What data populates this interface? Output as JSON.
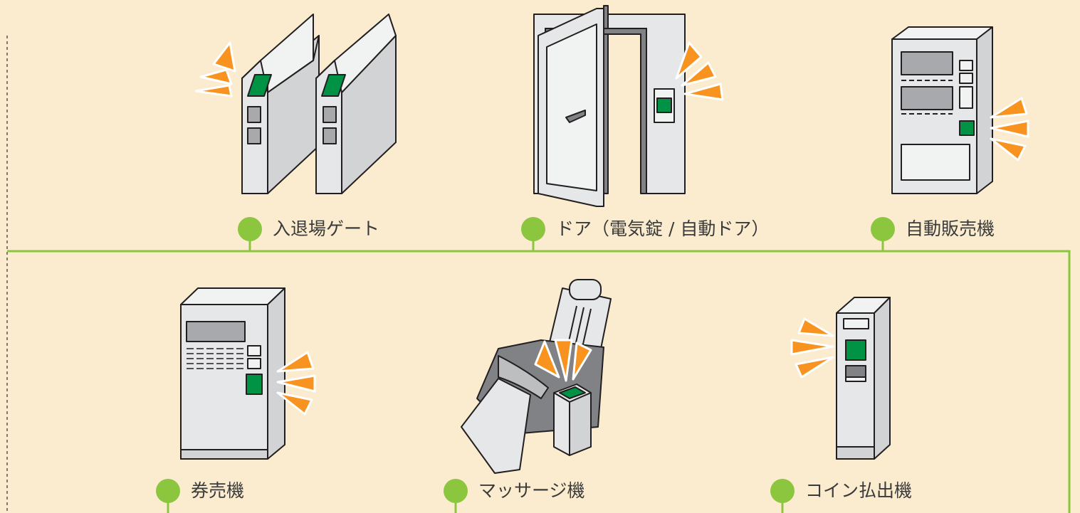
{
  "devices": {
    "gate": {
      "label": "入退場ゲート"
    },
    "door": {
      "label": "ドア（電気錠 / 自動ドア）"
    },
    "vending": {
      "label": "自動販売機"
    },
    "ticket": {
      "label": "券売機"
    },
    "massage": {
      "label": "マッサージ機"
    },
    "coin": {
      "label": "コイン払出機"
    }
  },
  "colors": {
    "background": "#fbeccf",
    "connector": "#8cc63f",
    "reader": "#009245",
    "signal": "#f7931e",
    "device_body": "#e6e7e8",
    "outline": "#231f20"
  }
}
